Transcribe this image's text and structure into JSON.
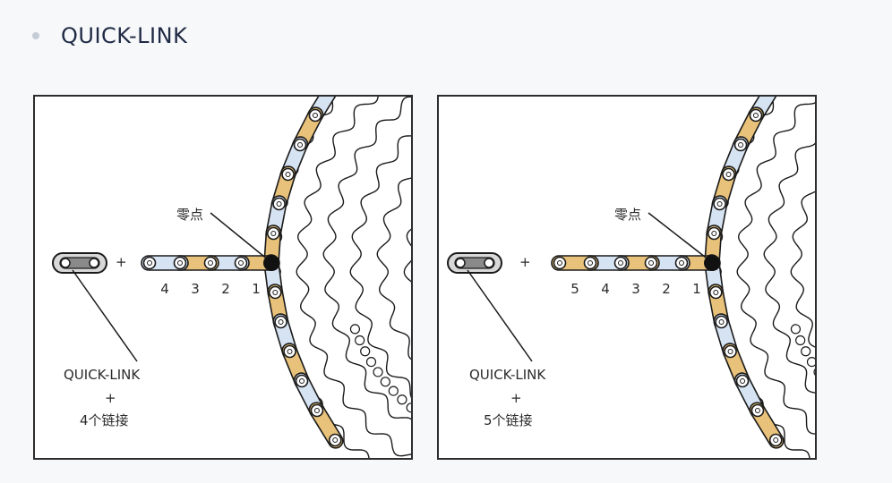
{
  "header": {
    "title": "QUICK-LINK"
  },
  "panels": [
    {
      "zero_label": "零点",
      "plus": "+",
      "numbers": [
        "4",
        "3",
        "2",
        "1"
      ],
      "caption_top": "QUICK-LINK",
      "caption_plus": "+",
      "caption_bottom": "4个链接"
    },
    {
      "zero_label": "零点",
      "plus": "+",
      "numbers": [
        "5",
        "4",
        "3",
        "2",
        "1"
      ],
      "caption_top": "QUICK-LINK",
      "caption_plus": "+",
      "caption_bottom": "5个链接"
    }
  ],
  "colors": {
    "gold": "#e8c27a",
    "pale_blue": "#d6e3f2",
    "ink": "#1a1a1a"
  }
}
